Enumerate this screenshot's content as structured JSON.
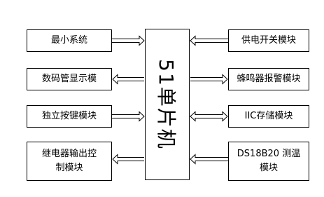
{
  "mcu": {
    "label": "51单片机"
  },
  "left_modules": [
    {
      "label": "最小系统",
      "direction": "to-mcu"
    },
    {
      "label": "数码管显示模",
      "direction": "from-mcu"
    },
    {
      "label": "独立按键模块",
      "direction": "to-mcu"
    },
    {
      "label_line1": "继电器输出控",
      "label_line2": "制模块",
      "direction": "from-mcu"
    }
  ],
  "right_modules": [
    {
      "label": "供电开关模块",
      "direction": "to-mcu"
    },
    {
      "label": "蜂鸣器报警模块",
      "direction": "from-mcu"
    },
    {
      "label": "IIC存储模块",
      "direction": "bidirectional"
    },
    {
      "label_line1": "DS18B20 测温",
      "label_line2": "模块",
      "direction": "to-mcu"
    }
  ],
  "colors": {
    "line": "#000000",
    "background": "#ffffff"
  }
}
